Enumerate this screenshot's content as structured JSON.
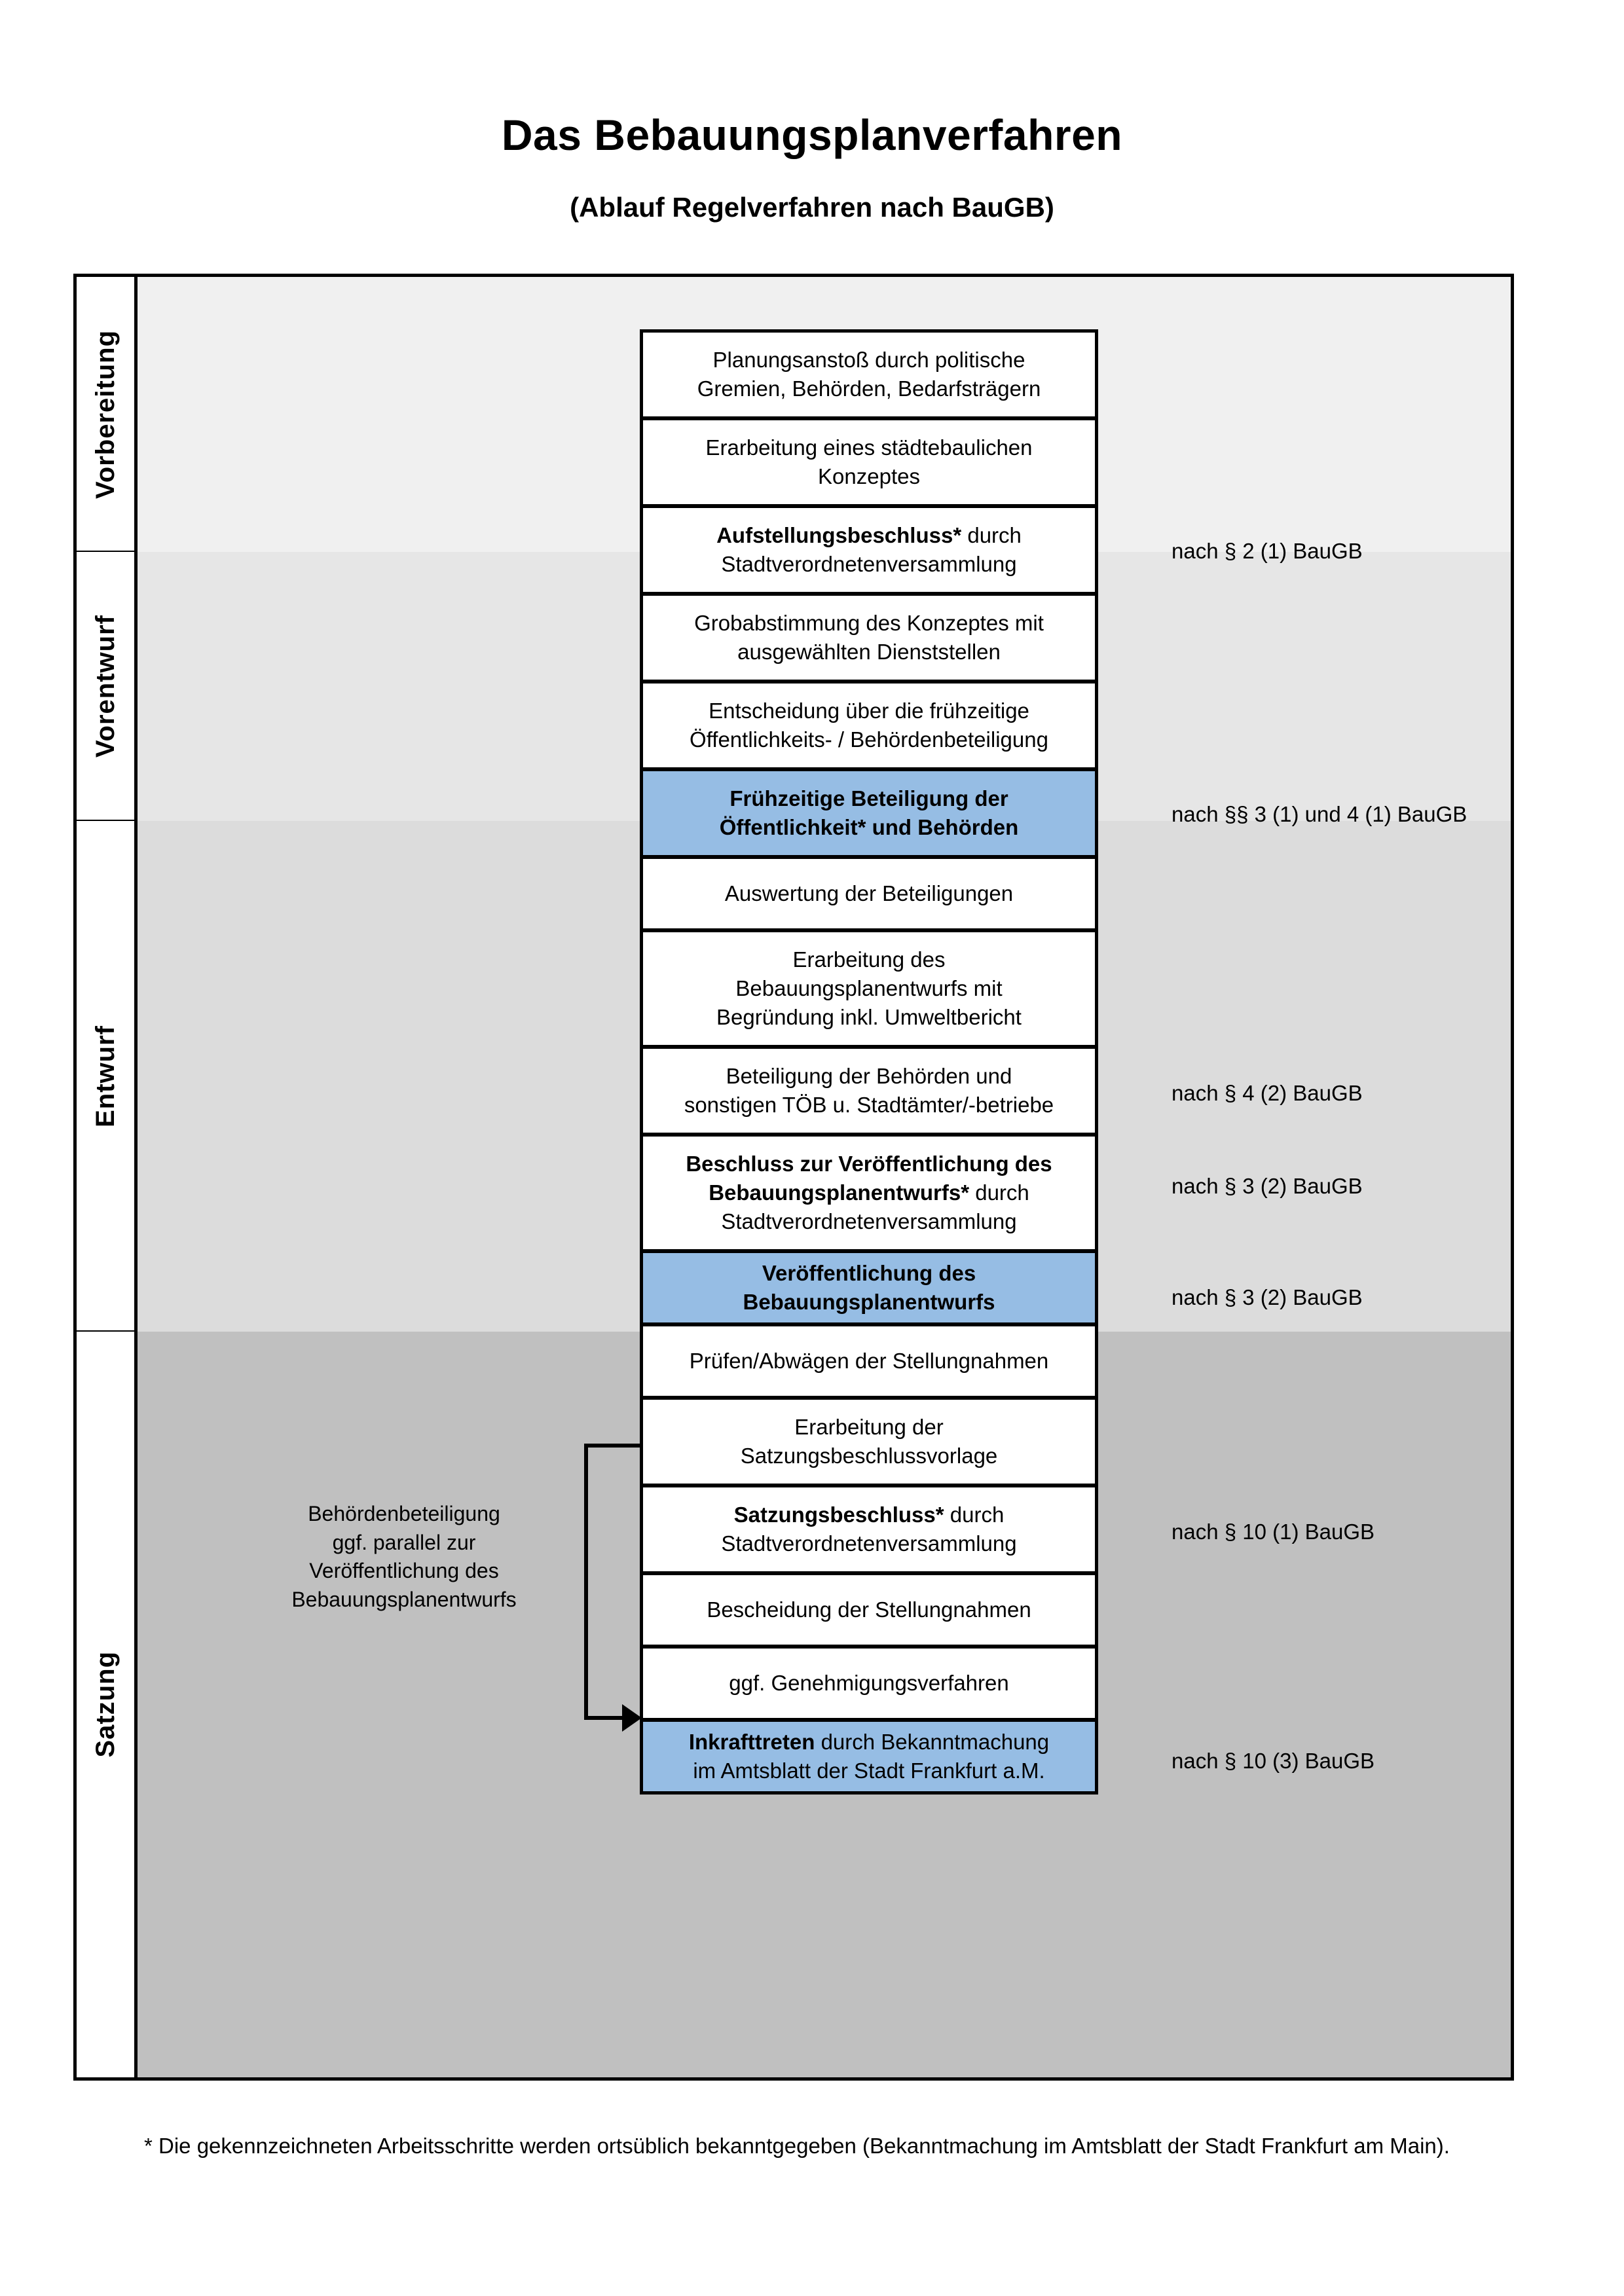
{
  "header": {
    "title": "Das Bebauungsplanverfahren",
    "subtitle": "(Ablauf Regelverfahren nach BauGB)"
  },
  "colors": {
    "highlight_box": "#96bde4",
    "band_vorbereitung": "#F0F0F0",
    "band_vorentwurf": "#E6E6E6",
    "band_entwurf": "#DCDCDC",
    "band_satzung": "#C0C0C0",
    "border": "#000000"
  },
  "phases": [
    {
      "label": "Vorbereitung",
      "band_color": "#F0F0F0"
    },
    {
      "label": "Vorentwurf",
      "band_color": "#E6E6E6"
    },
    {
      "label": "Entwurf",
      "band_color": "#DCDCDC"
    },
    {
      "label": "Satzung",
      "band_color": "#C0C0C0"
    }
  ],
  "steps": [
    {
      "id": "planungsanstoss",
      "phase": "Vorbereitung",
      "highlight": false,
      "lines": [
        {
          "text": "Planungsanstoß durch politische",
          "bold": false
        },
        {
          "text": "Gremien, Behörden, Bedarfsträgern",
          "bold": false
        }
      ]
    },
    {
      "id": "staedtebauliches-konzept",
      "phase": "Vorbereitung",
      "highlight": false,
      "lines": [
        {
          "text": "Erarbeitung eines städtebaulichen",
          "bold": false
        },
        {
          "text": "Konzeptes",
          "bold": false
        }
      ]
    },
    {
      "id": "aufstellungsbeschluss",
      "phase": "Vorbereitung",
      "highlight": false,
      "lines": [
        {
          "text": "Aufstellungsbeschluss*",
          "bold": true
        },
        {
          "text": " durch",
          "bold": false
        },
        {
          "text": "Stadtverordnetenversammlung",
          "bold": false
        }
      ]
    },
    {
      "id": "grobabstimmung",
      "phase": "Vorentwurf",
      "highlight": false,
      "lines": [
        {
          "text": "Grobabstimmung des Konzeptes mit",
          "bold": false
        },
        {
          "text": "ausgewählten Dienststellen",
          "bold": false
        }
      ]
    },
    {
      "id": "entscheidung-fruehzeitige-beteiligung",
      "phase": "Vorentwurf",
      "highlight": false,
      "lines": [
        {
          "text": "Entscheidung über die frühzeitige",
          "bold": false
        },
        {
          "text": "Öffentlichkeits- / Behördenbeteiligung",
          "bold": false
        }
      ]
    },
    {
      "id": "fruehzeitige-beteiligung",
      "phase": "Vorentwurf",
      "highlight": true,
      "lines": [
        {
          "text": "Frühzeitige Beteiligung der",
          "bold": true
        },
        {
          "text": "Öffentlichkeit* und Behörden",
          "bold": true
        }
      ]
    },
    {
      "id": "auswertung-beteiligungen",
      "phase": "Entwurf",
      "highlight": false,
      "lines": [
        {
          "text": "Auswertung der Beteiligungen",
          "bold": false
        }
      ]
    },
    {
      "id": "erarbeitung-bebauungsplanentwurf",
      "phase": "Entwurf",
      "highlight": false,
      "lines": [
        {
          "text": "Erarbeitung des",
          "bold": false
        },
        {
          "text": "Bebauungsplanentwurfs mit",
          "bold": false
        },
        {
          "text": "Begründung inkl. Umweltbericht",
          "bold": false
        }
      ]
    },
    {
      "id": "beteiligung-behoerden-toeb",
      "phase": "Entwurf",
      "highlight": false,
      "lines": [
        {
          "text": "Beteiligung der Behörden und",
          "bold": false
        },
        {
          "text": "sonstigen TÖB u. Stadtämter/-betriebe",
          "bold": false
        }
      ]
    },
    {
      "id": "beschluss-veroeffentlichung",
      "phase": "Entwurf",
      "highlight": false,
      "lines": [
        {
          "text": "Beschluss zur Veröffentlichung des",
          "bold": true
        },
        {
          "text": "Bebauungsplanentwurfs*",
          "bold": true
        },
        {
          "text": " durch",
          "bold": false
        },
        {
          "text": "Stadtverordnetenversammlung",
          "bold": false
        }
      ]
    },
    {
      "id": "veroeffentlichung-entwurf",
      "phase": "Entwurf",
      "highlight": true,
      "lines": [
        {
          "text": "Veröffentlichung des",
          "bold": true
        },
        {
          "text": "Bebauungsplanentwurfs",
          "bold": true
        }
      ]
    },
    {
      "id": "pruefen-abwaegen",
      "phase": "Satzung",
      "highlight": false,
      "lines": [
        {
          "text": "Prüfen/Abwägen der Stellungnahmen",
          "bold": false
        }
      ]
    },
    {
      "id": "satzungsbeschlussvorlage",
      "phase": "Satzung",
      "highlight": false,
      "lines": [
        {
          "text": "Erarbeitung der",
          "bold": false
        },
        {
          "text": "Satzungsbeschlussvorlage",
          "bold": false
        }
      ]
    },
    {
      "id": "satzungsbeschluss",
      "phase": "Satzung",
      "highlight": false,
      "lines": [
        {
          "text": "Satzungsbeschluss*",
          "bold": true
        },
        {
          "text": " durch",
          "bold": false
        },
        {
          "text": "Stadtverordnetenversammlung",
          "bold": false
        }
      ]
    },
    {
      "id": "bescheidung-stellungnahmen",
      "phase": "Satzung",
      "highlight": false,
      "lines": [
        {
          "text": "Bescheidung der Stellungnahmen",
          "bold": false
        }
      ]
    },
    {
      "id": "genehmigungsverfahren",
      "phase": "Satzung",
      "highlight": false,
      "lines": [
        {
          "text": "ggf. Genehmigungsverfahren",
          "bold": false
        }
      ]
    },
    {
      "id": "inkrafttreten",
      "phase": "Satzung",
      "highlight": true,
      "lines": [
        {
          "text": "Inkrafttreten",
          "bold": true
        },
        {
          "text": " durch Bekanntmachung",
          "bold": false
        },
        {
          "text": "im Amtsblatt der Stadt Frankfurt a.M.",
          "bold": false
        }
      ]
    }
  ],
  "box_text": {
    "planungsanstoss_l1": "Planungsanstoß durch politische",
    "planungsanstoss_l2": "Gremien, Behörden, Bedarfsträgern",
    "konzept_l1": "Erarbeitung eines städtebaulichen",
    "konzept_l2": "Konzeptes",
    "aufstellung_b": "Aufstellungsbeschluss*",
    "aufstellung_rest": " durch",
    "aufstellung_l2": "Stadtverordnetenversammlung",
    "grobabstimmung_l1": "Grobabstimmung des Konzeptes mit",
    "grobabstimmung_l2": "ausgewählten Dienststellen",
    "entscheidung_l1": "Entscheidung über die frühzeitige",
    "entscheidung_l2": "Öffentlichkeits- / Behördenbeteiligung",
    "fruehbeteiligung_l1": "Frühzeitige Beteiligung der",
    "fruehbeteiligung_l2": "Öffentlichkeit* und Behörden",
    "auswertung_l1": "Auswertung der Beteiligungen",
    "erarbeitung_l1": "Erarbeitung des",
    "erarbeitung_l2": "Bebauungsplanentwurfs mit",
    "erarbeitung_l3": "Begründung inkl. Umweltbericht",
    "toeb_l1": "Beteiligung der Behörden und",
    "toeb_l2": "sonstigen TÖB u. Stadtämter/-betriebe",
    "beschluss_l1": "Beschluss zur Veröffentlichung des",
    "beschluss_l2b": "Bebauungsplanentwurfs*",
    "beschluss_l2rest": " durch",
    "beschluss_l3": "Stadtverordnetenversammlung",
    "veroeff_l1": "Veröffentlichung des",
    "veroeff_l2": "Bebauungsplanentwurfs",
    "pruefen_l1": "Prüfen/Abwägen der Stellungnahmen",
    "satzungsvorlage_l1": "Erarbeitung der",
    "satzungsvorlage_l2": "Satzungsbeschlussvorlage",
    "satzungsbeschluss_b": "Satzungsbeschluss*",
    "satzungsbeschluss_rest": " durch",
    "satzungsbeschluss_l2": "Stadtverordnetenversammlung",
    "bescheidung_l1": "Bescheidung der Stellungnahmen",
    "genehmigung_l1": "ggf. Genehmigungsverfahren",
    "inkraft_b": "Inkrafttreten",
    "inkraft_rest": " durch Bekanntmachung",
    "inkraft_l2": "im Amtsblatt der Stadt Frankfurt a.M."
  },
  "side_note": {
    "line1": "Behördenbeteiligung",
    "line2": "ggf. parallel zur",
    "line3": "Veröffentlichung des",
    "line4": "Bebauungsplanentwurfs"
  },
  "legal_references": [
    {
      "id": "ref-2-1",
      "text": "nach § 2 (1) BauGB",
      "for_step": "aufstellungsbeschluss"
    },
    {
      "id": "ref-3-1-4-1",
      "text": "nach §§ 3 (1) und 4 (1) BauGB",
      "for_step": "fruehzeitige-beteiligung"
    },
    {
      "id": "ref-4-2",
      "text": "nach § 4 (2) BauGB",
      "for_step": "beteiligung-behoerden-toeb"
    },
    {
      "id": "ref-3-2-a",
      "text": "nach § 3 (2) BauGB",
      "for_step": "beschluss-veroeffentlichung"
    },
    {
      "id": "ref-3-2-b",
      "text": "nach § 3 (2) BauGB",
      "for_step": "veroeffentlichung-entwurf"
    },
    {
      "id": "ref-10-1",
      "text": "nach § 10 (1) BauGB",
      "for_step": "satzungsbeschluss"
    },
    {
      "id": "ref-10-3",
      "text": "nach § 10 (3) BauGB",
      "for_step": "inkrafttreten"
    }
  ],
  "footnote": {
    "text": "* Die gekennzeichneten Arbeitsschritte werden ortsüblich bekanntgegeben (Bekanntmachung im Amtsblatt  der Stadt Frankfurt am Main)."
  }
}
